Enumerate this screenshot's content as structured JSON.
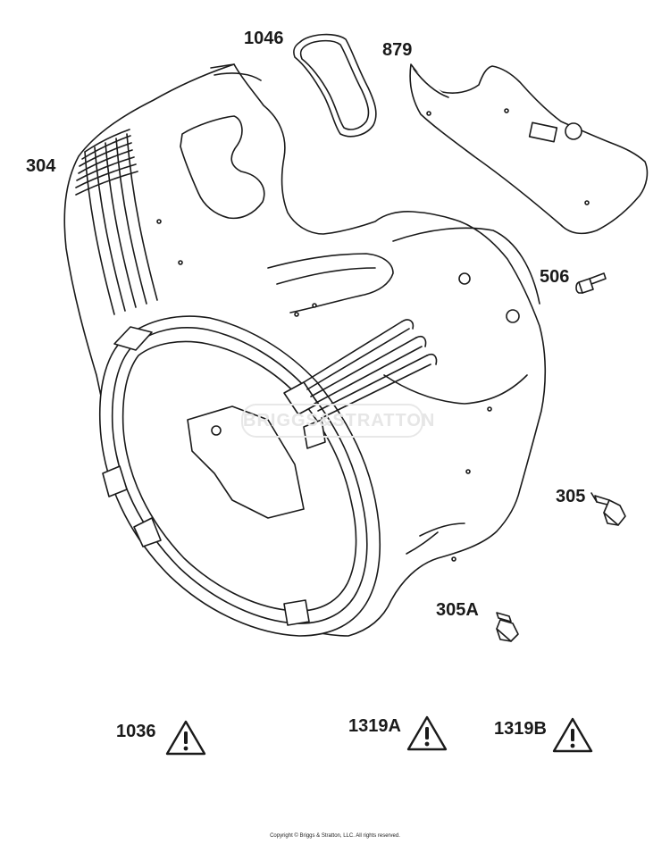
{
  "labels": {
    "p1046": "1046",
    "p879": "879",
    "p304": "304",
    "p506": "506",
    "p305": "305",
    "p305A": "305A",
    "p1036": "1036",
    "p1319A": "1319A",
    "p1319B": "1319B"
  },
  "watermark": "BRIGGS&STRATTON",
  "copyright": "Copyright © Briggs & Stratton, LLC. All rights reserved.",
  "colors": {
    "line": "#1a1a1a",
    "fill": "#ffffff",
    "watermark": "#e6e6e6"
  },
  "icons": [
    "warning-triangle-icon",
    "warning-triangle-icon",
    "warning-triangle-icon"
  ]
}
